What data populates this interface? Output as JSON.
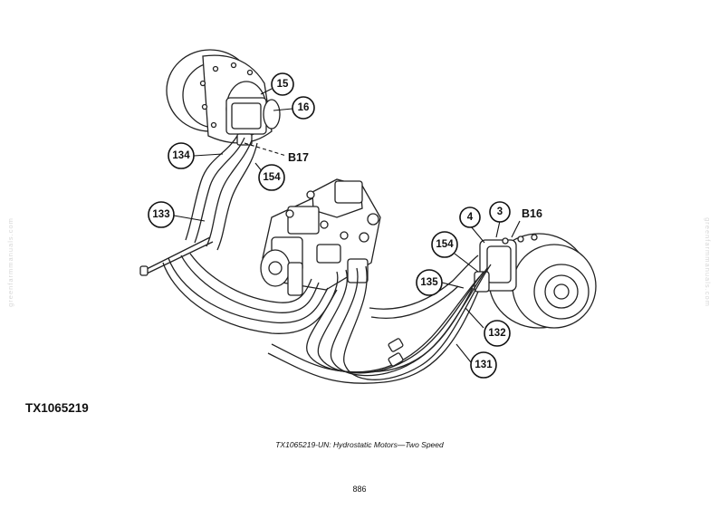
{
  "figure": {
    "id": "TX1065219",
    "caption": "TX1065219-UN: Hydrostatic Motors—Two Speed",
    "page_number": "886"
  },
  "watermark": "greenfarmmanuals.com",
  "callouts": {
    "c15": "15",
    "c16": "16",
    "b17": "B17",
    "c134": "134",
    "c154_top": "154",
    "c133": "133",
    "c4": "4",
    "c3": "3",
    "b16": "B16",
    "c154_right": "154",
    "c135": "135",
    "c132": "132",
    "c131": "131"
  }
}
